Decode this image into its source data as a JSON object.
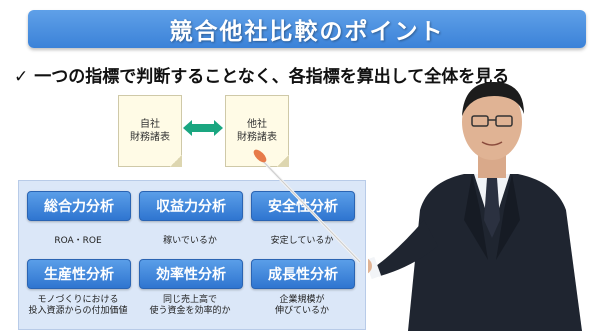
{
  "title": "競合他社比較のポイント",
  "subtitle": {
    "check": "✓",
    "text": "一つの指標で判断することなく、各指標を算出して全体を見る"
  },
  "documents": {
    "left": {
      "line1": "自社",
      "line2": "財務諸表"
    },
    "right": {
      "line1": "他社",
      "line2": "財務諸表"
    }
  },
  "analysis": [
    {
      "label": "総合力分析",
      "desc": "ROA・ROE"
    },
    {
      "label": "収益力分析",
      "desc": "稼いでいるか"
    },
    {
      "label": "安全性分析",
      "desc": "安定しているか"
    },
    {
      "label": "生産性分析",
      "desc1": "モノづくりにおける",
      "desc2": "投入資源からの付加価値"
    },
    {
      "label": "効率性分析",
      "desc1": "同じ売上高で",
      "desc2": "使う資金を効率的か"
    },
    {
      "label": "成長性分析",
      "desc1": "企業規模が",
      "desc2": "伸びているか"
    }
  ],
  "colors": {
    "banner": "#3b82d8",
    "button": "#2f75d0",
    "panel": "#dbe7f8",
    "arrow": "#1aa680",
    "suit": "#1f2530"
  },
  "icons": {
    "arrow": "double-arrow-icon",
    "pointer": "pointer-stick-icon"
  }
}
